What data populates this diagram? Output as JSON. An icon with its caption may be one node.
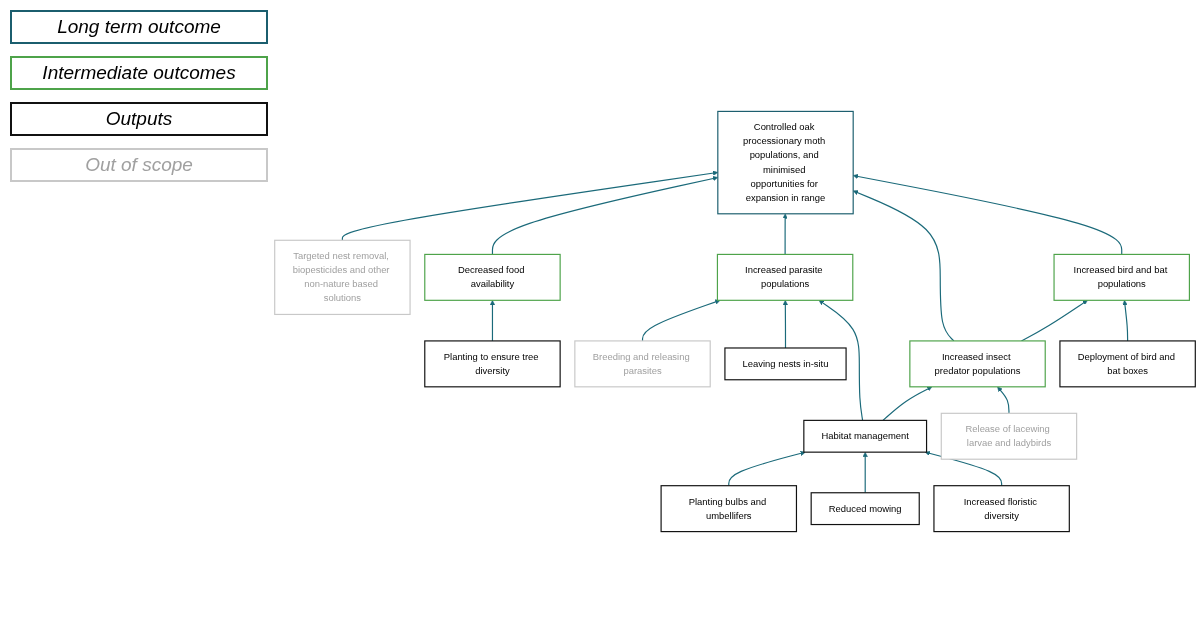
{
  "diagram": {
    "nodes": [
      {
        "text": [
          "Controlled oak processionary moth populations, and minimised opportunities for expansion in range"
        ]
      },
      {
        "text": [
          "Targeted nest removal, biopesticides and other non-nature based solutions"
        ]
      },
      {
        "text": [
          "Decreased food availability"
        ]
      },
      {
        "text": [
          "Increased parasite populations"
        ]
      },
      {
        "text": [
          "Increased insect predator populations"
        ]
      },
      {
        "text": [
          "Increased bird and bat populations"
        ]
      },
      {
        "text": [
          "Planting to ensure tree diversity"
        ]
      },
      {
        "text": [
          "Breeding and releasing parasites"
        ]
      },
      {
        "text": [
          "Leaving nests in-situ"
        ]
      },
      {
        "text": [
          "Habitat management"
        ]
      },
      {
        "text": [
          "Release of lacewing larvae and ladybirds"
        ]
      },
      {
        "text": [
          "Deployment of bird and bat boxes"
        ]
      },
      {
        "text": [
          "Planting bulbs and umbellifers"
        ]
      },
      {
        "text": [
          "Reduced mowing"
        ]
      },
      {
        "text": [
          "Increased floristic diversity"
        ]
      }
    ],
    "edges": [
      {
        "from": 1,
        "to": 0,
        "arrow": "to"
      },
      {
        "from": 2,
        "to": 0,
        "arrow": "to"
      },
      {
        "from": 3,
        "to": 0,
        "arrow": "to"
      },
      {
        "from": 4,
        "to": 0,
        "arrow": "to"
      },
      {
        "from": 5,
        "to": 0,
        "arrow": "to"
      },
      {
        "from": 4,
        "to": 5,
        "arrow": "to"
      },
      {
        "from": 6,
        "to": 2,
        "arrow": "to"
      },
      {
        "from": 7,
        "to": 3,
        "arrow": "to"
      },
      {
        "from": 8,
        "to": 3,
        "arrow": "to"
      },
      {
        "from": 9,
        "to": 3,
        "arrow": "to"
      },
      {
        "from": 9,
        "to": 4,
        "arrow": "to"
      },
      {
        "from": 10,
        "to": 4,
        "arrow": "to"
      },
      {
        "from": 11,
        "to": 5,
        "arrow": "to"
      },
      {
        "from": 12,
        "to": 9,
        "arrow": "to"
      },
      {
        "from": 13,
        "to": 9,
        "arrow": "to"
      },
      {
        "from": 14,
        "to": 9,
        "arrow": "to"
      }
    ],
    "legend": [
      {
        "text": "Long term outcome"
      },
      {
        "text": "Intermediate outcomes"
      },
      {
        "text": "Outputs"
      },
      {
        "text": "Out of scope"
      }
    ]
  }
}
